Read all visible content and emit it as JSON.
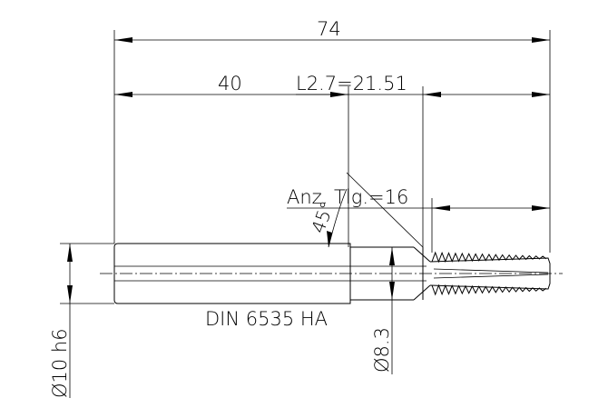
{
  "dimensions": {
    "overall_length": "74",
    "shank_length": "40",
    "neck_length": "L2.7=21.51",
    "thread_length": "Anz. Tlg.=16",
    "chamfer_angle": "45°",
    "shank_diameter": "Ø10 h6",
    "neck_diameter": "Ø8.3"
  },
  "standard": "DIN 6535 HA"
}
